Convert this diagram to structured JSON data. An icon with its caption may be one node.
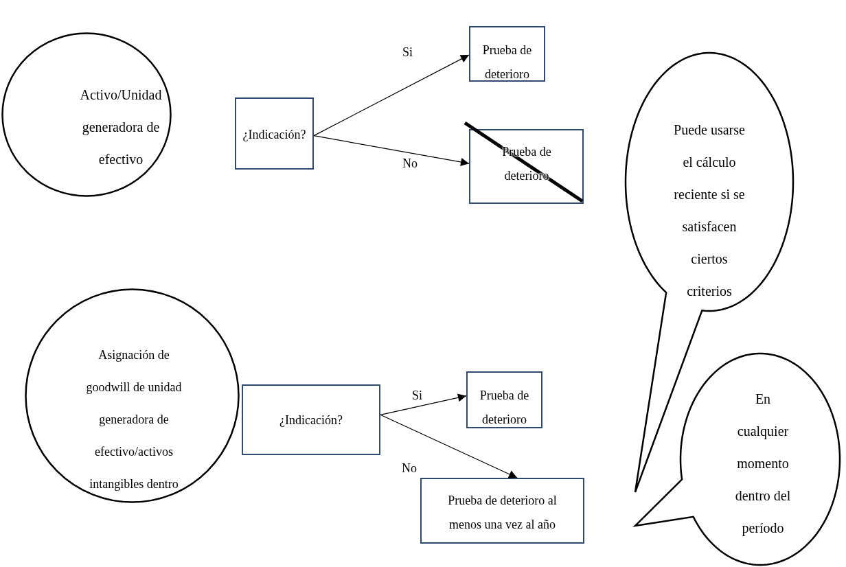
{
  "diagram": {
    "nodes": [
      {
        "text": [
          "Activo/Unidad generadora de efectivo"
        ]
      },
      {
        "text": [
          "¿Indicación?"
        ]
      },
      {
        "text": [
          "Prueba de deterioro"
        ]
      },
      {
        "text": [
          "Prueba de deterioro"
        ]
      },
      {
        "text": [
          "Puede usarse el cálculo reciente si se satisfacen ciertos criterios"
        ]
      },
      {
        "text": [
          "Asignación de goodwill de unidad generadora de efectivo/activos intangibles dentro"
        ]
      },
      {
        "text": [
          "¿Indicación?"
        ]
      },
      {
        "text": [
          "Prueba de deterioro"
        ]
      },
      {
        "text": [
          "Prueba de deterioro al menos una vez al año"
        ]
      },
      {
        "text": [
          "En cualquier momento dentro del período"
        ]
      }
    ],
    "edges": [
      {
        "from": 1,
        "to": 2,
        "arrow": "to",
        "label": "Si"
      },
      {
        "from": 1,
        "to": 3,
        "arrow": "to",
        "label": "No"
      },
      {
        "from": 6,
        "to": 7,
        "arrow": "to",
        "label": "Si"
      },
      {
        "from": 6,
        "to": 8,
        "arrow": "to",
        "label": "No"
      }
    ]
  }
}
